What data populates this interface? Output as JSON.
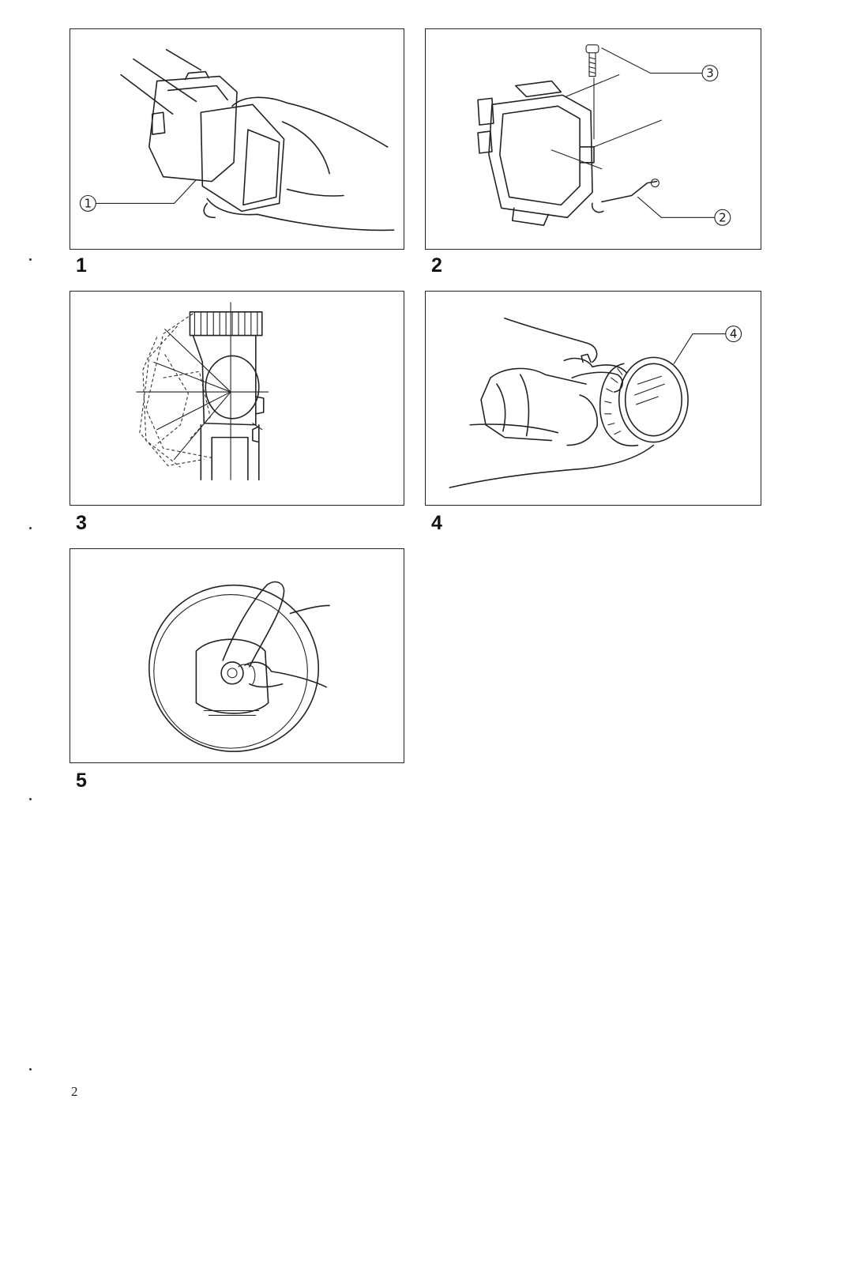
{
  "figures": [
    {
      "number": "1",
      "callouts": [
        "1"
      ]
    },
    {
      "number": "2",
      "callouts": [
        "3",
        "2"
      ]
    },
    {
      "number": "3",
      "callouts": []
    },
    {
      "number": "4",
      "callouts": [
        "4"
      ]
    },
    {
      "number": "5",
      "callouts": []
    }
  ],
  "page_number": "2"
}
